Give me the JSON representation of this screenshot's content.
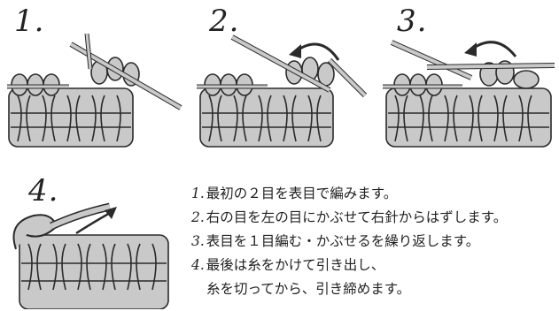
{
  "steps": [
    {
      "number": "1."
    },
    {
      "number": "2."
    },
    {
      "number": "3."
    },
    {
      "number": "4."
    }
  ],
  "instructions": [
    {
      "num": "1.",
      "text": "最初の２目を表目で編みます。"
    },
    {
      "num": "2.",
      "text": "右の目を左の目にかぶせて右針からはずします。"
    },
    {
      "num": "3.",
      "text": "表目を１目編む・かぶせるを繰り返します。"
    },
    {
      "num": "4.",
      "text": "最後は糸をかけて引き出し、"
    }
  ],
  "instructions_continuation": "糸を切ってから、引き締めます。",
  "colors": {
    "fabric": "#c9c9c9",
    "outline": "#2a2a2a",
    "needle": "#c9c9c9",
    "ink": "#222222"
  },
  "icons": [
    "arrow-curved-icon",
    "knitting-needle-icon"
  ]
}
